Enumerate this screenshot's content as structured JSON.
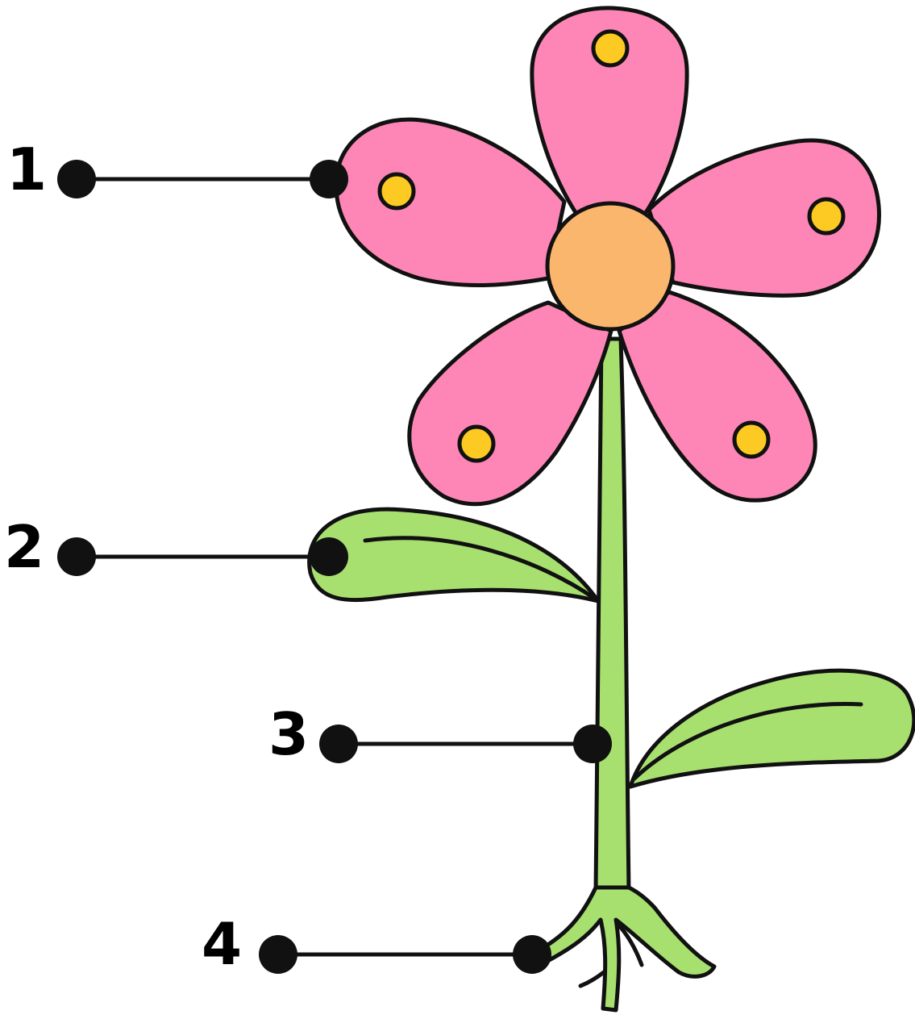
{
  "diagram": {
    "labels": [
      {
        "id": "1"
      },
      {
        "id": "2"
      },
      {
        "id": "3"
      },
      {
        "id": "4"
      }
    ],
    "colors": {
      "petal": "#fd86b6",
      "center": "#fbb66d",
      "dot": "#fcca22",
      "leaf": "#a8e070",
      "stem": "#a8e070",
      "outline": "#111111"
    },
    "icons": {
      "petal": "petal-icon",
      "leaf": "leaf-icon",
      "stem": "stem-icon",
      "roots": "roots-icon"
    }
  }
}
